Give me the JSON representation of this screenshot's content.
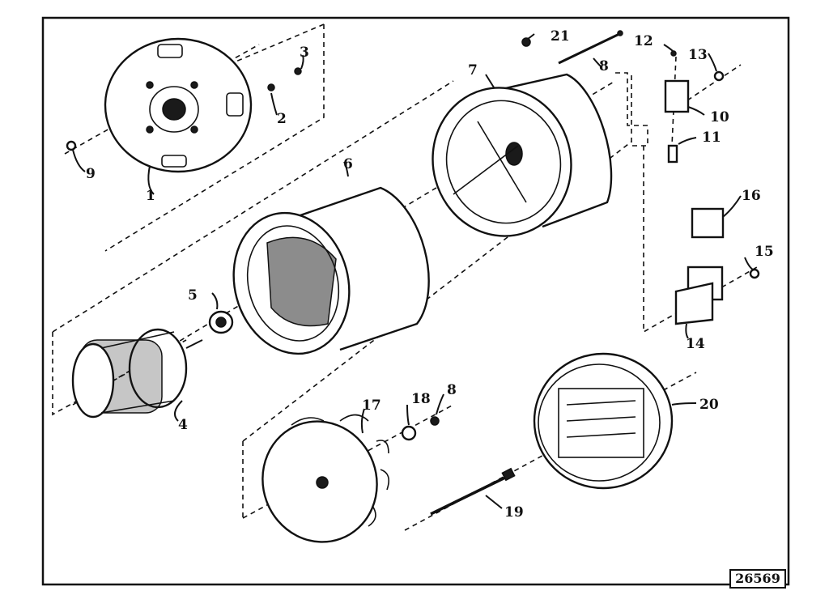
{
  "diagram": {
    "diagram_number": "26569",
    "callouts": [
      "1",
      "2",
      "3",
      "4",
      "5",
      "6",
      "7",
      "8",
      "9",
      "10",
      "11",
      "12",
      "13",
      "14",
      "15",
      "16",
      "17",
      "18",
      "8",
      "19",
      "20",
      "21"
    ]
  }
}
